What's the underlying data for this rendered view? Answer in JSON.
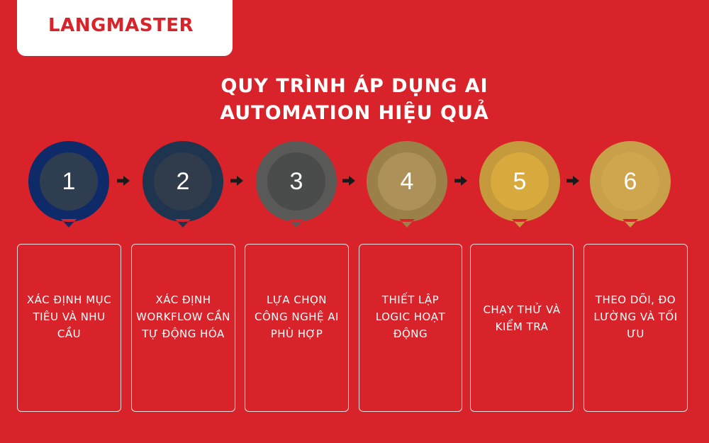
{
  "logo": {
    "text": "LANGMASTER"
  },
  "title": {
    "line1": "QUY TRÌNH ÁP DỤNG AI",
    "line2": "AUTOMATION HIỆU QUẢ"
  },
  "colors": {
    "background": "#d8232a",
    "markers": [
      {
        "ring": "#0f2a68",
        "fill": "#2f3d50"
      },
      {
        "ring": "#1f344e",
        "fill": "#303c4b"
      },
      {
        "ring": "#595a58",
        "fill": "#4a4c4c"
      },
      {
        "ring": "#9c8049",
        "fill": "#ae9158"
      },
      {
        "ring": "#c59a3c",
        "fill": "#d8a93c"
      },
      {
        "ring": "#c9a04a",
        "fill": "#cfa64d"
      }
    ]
  },
  "steps": [
    {
      "number": "1",
      "text": "XÁC ĐỊNH MỤC TIÊU VÀ NHU CẦU"
    },
    {
      "number": "2",
      "text": "XÁC ĐỊNH WORKFLOW CẦN TỰ ĐỘNG HÓA"
    },
    {
      "number": "3",
      "text": "LỰA CHỌN CÔNG NGHỆ AI PHÙ HỢP"
    },
    {
      "number": "4",
      "text": "THIẾT LẬP LOGIC HOẠT ĐỘNG"
    },
    {
      "number": "5",
      "text": "CHẠY THỬ VÀ KIỂM TRA"
    },
    {
      "number": "6",
      "text": "THEO DÕI, ĐO LƯỜNG VÀ TỐI ƯU"
    }
  ]
}
